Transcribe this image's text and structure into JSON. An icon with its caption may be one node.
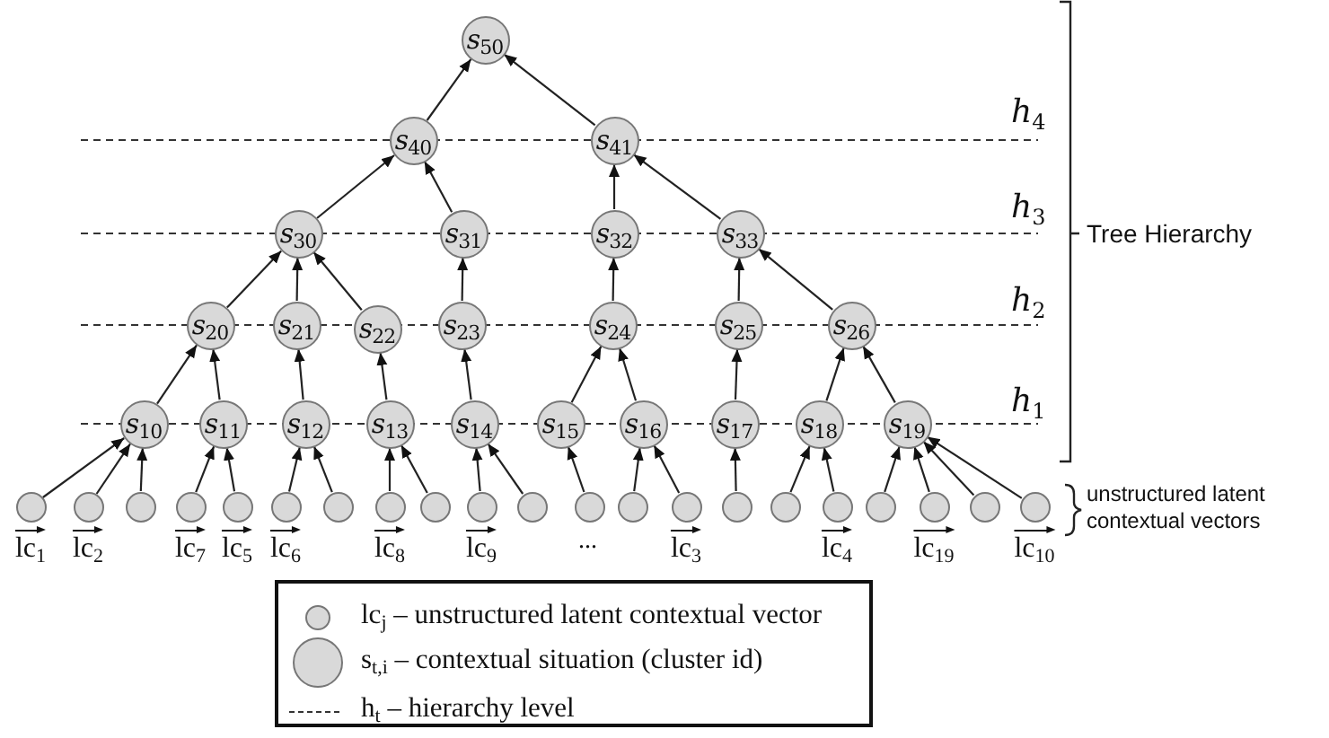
{
  "diagram": {
    "nodes": [
      {
        "text": [
          "*s*$_{50}$"
        ]
      },
      {
        "text": [
          "*s*$_{40}$"
        ]
      },
      {
        "text": [
          "*s*$_{41}$"
        ]
      },
      {
        "text": [
          "*s*$_{30}$"
        ]
      },
      {
        "text": [
          "*s*$_{31}$"
        ]
      },
      {
        "text": [
          "*s*$_{32}$"
        ]
      },
      {
        "text": [
          "*s*$_{33}$"
        ]
      },
      {
        "text": [
          "*s*$_{20}$"
        ]
      },
      {
        "text": [
          "*s*$_{21}$"
        ]
      },
      {
        "text": [
          "*s*$_{22}$"
        ]
      },
      {
        "text": [
          "*s*$_{23}$"
        ]
      },
      {
        "text": [
          "*s*$_{24}$"
        ]
      },
      {
        "text": [
          "*s*$_{25}$"
        ]
      },
      {
        "text": [
          "*s*$_{26}$"
        ]
      },
      {
        "text": [
          "*s*$_{10}$"
        ]
      },
      {
        "text": [
          "*s*$_{11}$"
        ]
      },
      {
        "text": [
          "*s*$_{12}$"
        ]
      },
      {
        "text": [
          "*s*$_{13}$"
        ]
      },
      {
        "text": [
          "*s*$_{14}$"
        ]
      },
      {
        "text": [
          "*s*$_{15}$"
        ]
      },
      {
        "text": [
          "*s*$_{16}$"
        ]
      },
      {
        "text": [
          "*s*$_{17}$"
        ]
      },
      {
        "text": [
          "*s*$_{18}$"
        ]
      },
      {
        "text": [
          "*s*$_{19}$"
        ]
      },
      {
        "text": [],
        "shape": "circle",
        "beside": [
          "lc$_{1}$"
        ]
      },
      {
        "text": [],
        "shape": "circle",
        "beside": [
          "lc$_{2}$"
        ]
      },
      {
        "text": [],
        "shape": "circle"
      },
      {
        "text": [],
        "shape": "circle",
        "beside": [
          "lc$_{7}$"
        ]
      },
      {
        "text": [],
        "shape": "circle",
        "beside": [
          "lc$_{5}$"
        ]
      },
      {
        "text": [],
        "shape": "circle",
        "beside": [
          "lc$_{6}$"
        ]
      },
      {
        "text": [],
        "shape": "circle"
      },
      {
        "text": [],
        "shape": "circle",
        "beside": [
          "lc$_{8}$"
        ]
      },
      {
        "text": [],
        "shape": "circle"
      },
      {
        "text": [],
        "shape": "circle",
        "beside": [
          "lc$_{9}$"
        ]
      },
      {
        "text": [],
        "shape": "circle"
      },
      {
        "text": [],
        "shape": "circle"
      },
      {
        "text": [],
        "shape": "circle"
      },
      {
        "text": [],
        "shape": "circle",
        "beside": [
          "lc$_{3}$"
        ]
      },
      {
        "text": [],
        "shape": "circle"
      },
      {
        "text": [],
        "shape": "circle"
      },
      {
        "text": [],
        "shape": "circle",
        "beside": [
          "lc$_{4}$"
        ]
      },
      {
        "text": [],
        "shape": "circle"
      },
      {
        "text": [],
        "shape": "circle",
        "beside": [
          "lc$_{19}$"
        ]
      },
      {
        "text": [],
        "shape": "circle"
      },
      {
        "text": [],
        "shape": "circle",
        "beside": [
          "lc$_{10}$"
        ]
      }
    ],
    "edges": [
      {
        "from": 1,
        "to": 0,
        "arrow": "to"
      },
      {
        "from": 2,
        "to": 0,
        "arrow": "to"
      },
      {
        "from": 3,
        "to": 1,
        "arrow": "to"
      },
      {
        "from": 4,
        "to": 1,
        "arrow": "to"
      },
      {
        "from": 5,
        "to": 2,
        "arrow": "to"
      },
      {
        "from": 6,
        "to": 2,
        "arrow": "to"
      },
      {
        "from": 7,
        "to": 3,
        "arrow": "to"
      },
      {
        "from": 8,
        "to": 3,
        "arrow": "to"
      },
      {
        "from": 9,
        "to": 3,
        "arrow": "to"
      },
      {
        "from": 10,
        "to": 4,
        "arrow": "to"
      },
      {
        "from": 11,
        "to": 5,
        "arrow": "to"
      },
      {
        "from": 12,
        "to": 6,
        "arrow": "to"
      },
      {
        "from": 13,
        "to": 6,
        "arrow": "to"
      },
      {
        "from": 14,
        "to": 7,
        "arrow": "to"
      },
      {
        "from": 15,
        "to": 7,
        "arrow": "to"
      },
      {
        "from": 16,
        "to": 8,
        "arrow": "to"
      },
      {
        "from": 17,
        "to": 9,
        "arrow": "to"
      },
      {
        "from": 18,
        "to": 10,
        "arrow": "to"
      },
      {
        "from": 19,
        "to": 11,
        "arrow": "to"
      },
      {
        "from": 20,
        "to": 11,
        "arrow": "to"
      },
      {
        "from": 21,
        "to": 12,
        "arrow": "to"
      },
      {
        "from": 22,
        "to": 13,
        "arrow": "to"
      },
      {
        "from": 23,
        "to": 13,
        "arrow": "to"
      },
      {
        "from": 24,
        "to": 14,
        "arrow": "to"
      },
      {
        "from": 25,
        "to": 14,
        "arrow": "to"
      },
      {
        "from": 26,
        "to": 14,
        "arrow": "to"
      },
      {
        "from": 27,
        "to": 15,
        "arrow": "to"
      },
      {
        "from": 28,
        "to": 15,
        "arrow": "to"
      },
      {
        "from": 29,
        "to": 16,
        "arrow": "to"
      },
      {
        "from": 30,
        "to": 16,
        "arrow": "to"
      },
      {
        "from": 31,
        "to": 17,
        "arrow": "to"
      },
      {
        "from": 32,
        "to": 17,
        "arrow": "to"
      },
      {
        "from": 33,
        "to": 18,
        "arrow": "to"
      },
      {
        "from": 34,
        "to": 18,
        "arrow": "to"
      },
      {
        "from": 35,
        "to": 19,
        "arrow": "to"
      },
      {
        "from": 36,
        "to": 20,
        "arrow": "to"
      },
      {
        "from": 37,
        "to": 20,
        "arrow": "to"
      },
      {
        "from": 38,
        "to": 21,
        "arrow": "to"
      },
      {
        "from": 39,
        "to": 22,
        "arrow": "to"
      },
      {
        "from": 40,
        "to": 22,
        "arrow": "to"
      },
      {
        "from": 41,
        "to": 23,
        "arrow": "to"
      },
      {
        "from": 42,
        "to": 23,
        "arrow": "to"
      },
      {
        "from": 43,
        "to": 23,
        "arrow": "to"
      },
      {
        "from": 44,
        "to": 23,
        "arrow": "to"
      }
    ],
    "labels": [
      "*h*$_{4}$",
      "*h*$_{3}$",
      "Tree Hierarchy",
      "*h*$_{2}$",
      "*h*$_{1}$",
      "unstructured latent contextual vectors",
      "..."
    ],
    "legend": [
      {
        "text": "lc$_{j}$ – unstructured latent contextual vector"
      },
      {
        "text": "s$_{t,i}$ – contextual situation (cluster id)"
      },
      {
        "text": "h$_{t}$ – hierarchy level"
      }
    ]
  }
}
